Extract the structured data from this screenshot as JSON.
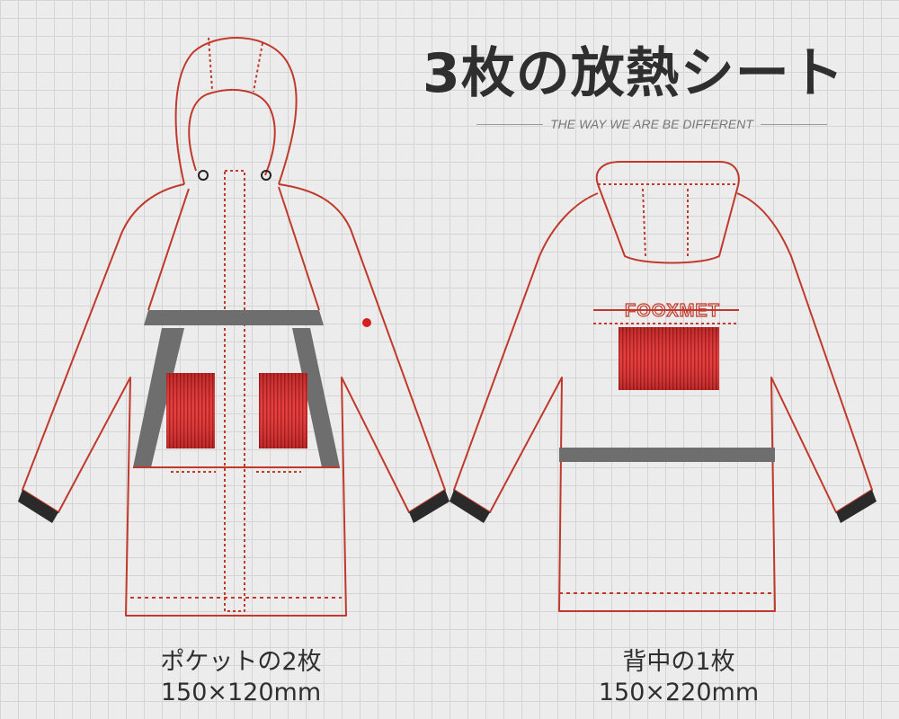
{
  "title": "3枚の放熱シート",
  "tagline": "THE WAY WE ARE BE DIFFERENT",
  "front": {
    "caption_line1": "ポケットの2枚",
    "caption_line2": "150×120mm"
  },
  "back": {
    "brand_text": "FOOXMET",
    "caption_line1": "背中の1枚",
    "caption_line2": "150×220mm"
  },
  "colors": {
    "outline": "#c0392b",
    "heat_pad": "#d93030",
    "band": "#6e6e6e",
    "cuff": "#2a2a2a"
  }
}
